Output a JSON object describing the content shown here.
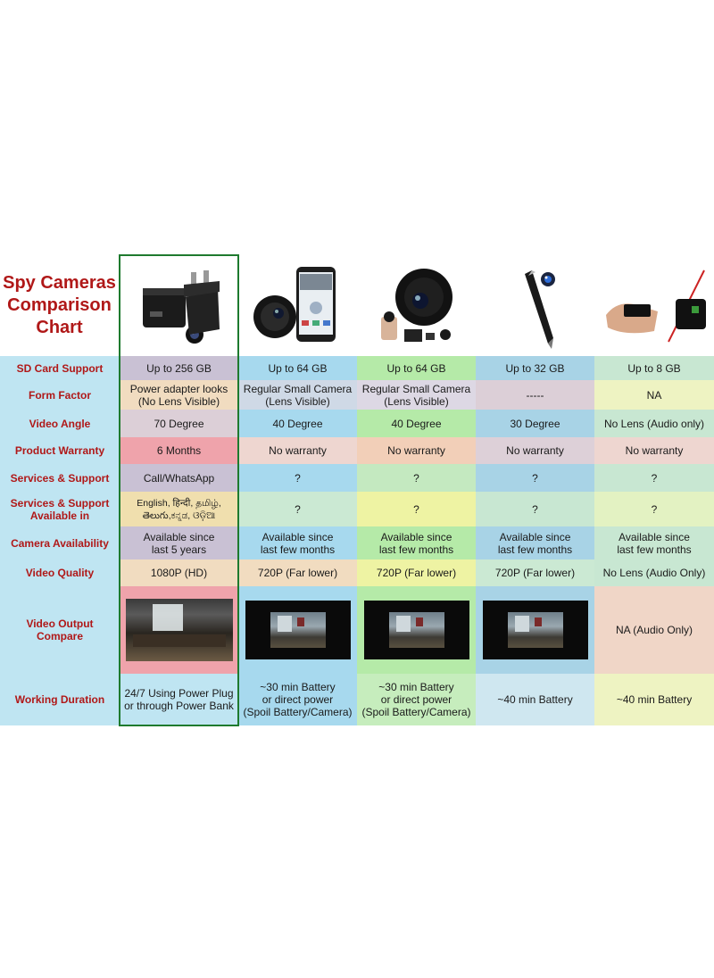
{
  "title": [
    "Spy Cameras",
    "Comparison",
    "Chart"
  ],
  "colors": {
    "label_text": "#b01818",
    "highlight_border": "#1e7a2e"
  },
  "products": [
    {
      "image": "usb-charger-camera-icon"
    },
    {
      "image": "mini-magnetic-camera-icon"
    },
    {
      "image": "round-wifi-camera-icon"
    },
    {
      "image": "pen-camera-icon"
    },
    {
      "image": "audio-recorder-device-icon"
    }
  ],
  "rows": [
    {
      "label": "SD Card Support",
      "values": [
        "Up to 256 GB",
        "Up to 64 GB",
        "Up to 64 GB",
        "Up to 32 GB",
        "Up to 8 GB"
      ]
    },
    {
      "label": "Form Factor",
      "values": [
        "Power adapter looks\n(No Lens Visible)",
        "Regular Small Camera\n(Lens Visible)",
        "Regular Small Camera\n(Lens Visible)",
        "-----",
        "NA"
      ]
    },
    {
      "label": "Video Angle",
      "values": [
        "70 Degree",
        "40 Degree",
        "40 Degree",
        "30 Degree",
        "No Lens (Audio only)"
      ]
    },
    {
      "label": "Product Warranty",
      "values": [
        "6 Months",
        "No warranty",
        "No warranty",
        "No warranty",
        "No warranty"
      ]
    },
    {
      "label": "Services & Support",
      "values": [
        "Call/WhatsApp",
        "?",
        "?",
        "?",
        "?"
      ]
    },
    {
      "label": "Services & Support\nAvailable in",
      "values": [
        "English, हिन्दी, தமிழ்,\nతెలుగు,ಕನ್ನಡ, ଓଡ଼ିଆ",
        "?",
        "?",
        "?",
        "?"
      ]
    },
    {
      "label": "Camera Availability",
      "values": [
        "Available since\nlast 5 years",
        "Available since\nlast few months",
        "Available since\nlast few months",
        "Available since\nlast few months",
        "Available since\nlast few months"
      ]
    },
    {
      "label": "Video Quality",
      "values": [
        "1080P (HD)",
        "720P (Far lower)",
        "720P (Far lower)",
        "720P (Far lower)",
        "No Lens (Audio Only)"
      ]
    },
    {
      "label": "Video Output Compare",
      "values": [
        "",
        "",
        "",
        "",
        "NA (Audio Only)"
      ]
    },
    {
      "label": "Working Duration",
      "values": [
        "24/7 Using Power Plug\nor through Power Bank",
        "~30 min Battery\nor direct power\n(Spoil Battery/Camera)",
        "~30 min Battery\nor direct power\n(Spoil Battery/Camera)",
        "~40 min Battery",
        "~40 min Battery"
      ]
    }
  ]
}
